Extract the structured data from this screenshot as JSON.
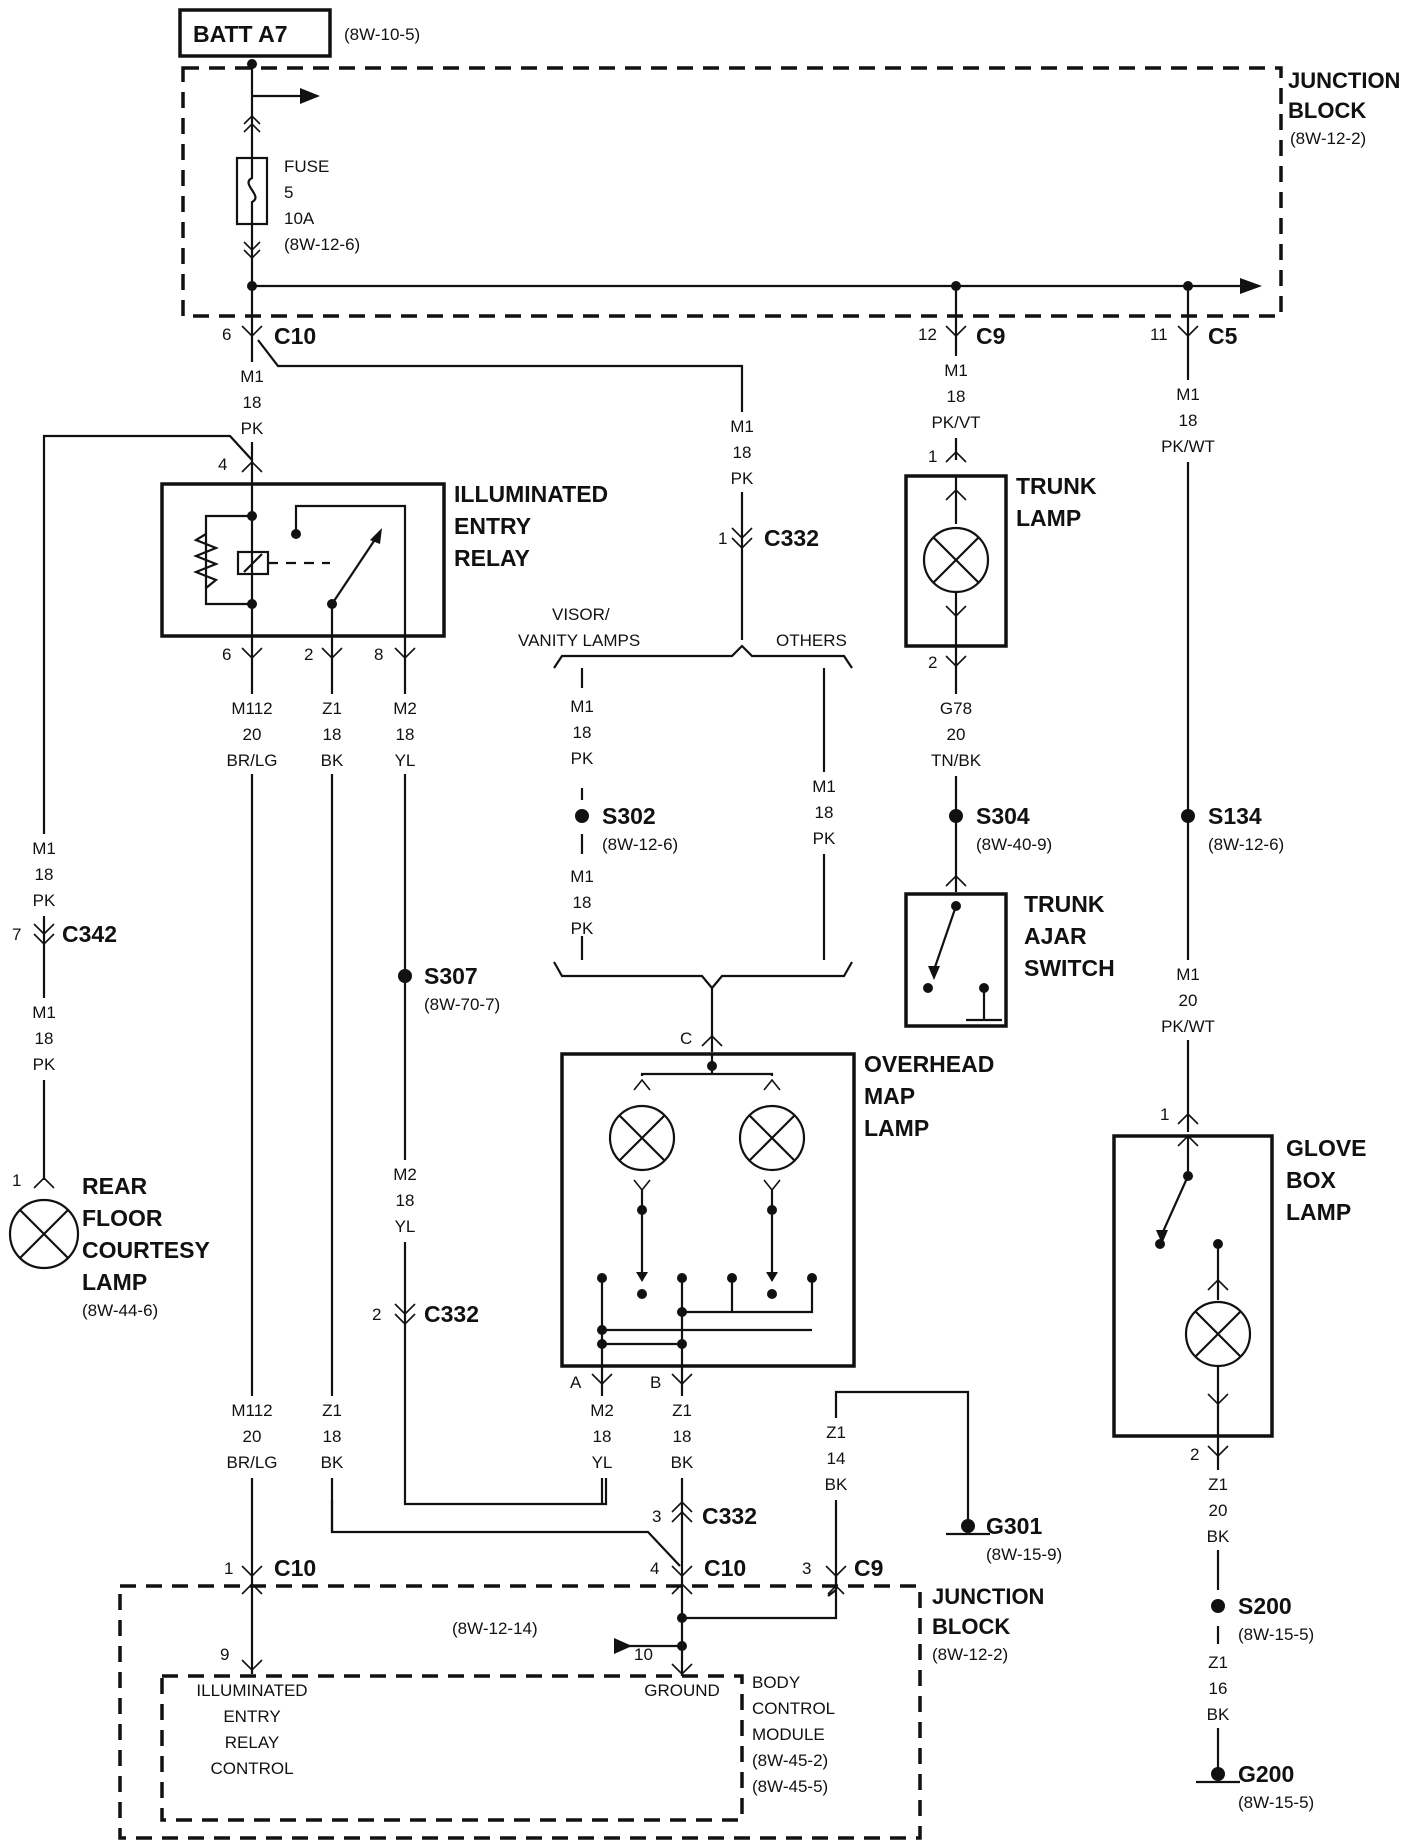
{
  "source": {
    "name": "BATT A7",
    "ref": "(8W-10-5)"
  },
  "junction_top": {
    "title_1": "JUNCTION",
    "title_2": "BLOCK",
    "ref": "(8W-12-2)"
  },
  "fuse": {
    "l1": "FUSE",
    "l2": "5",
    "l3": "10A",
    "ref": "(8W-12-6)"
  },
  "connectors": {
    "c10": "C10",
    "c9": "C9",
    "c5": "C5",
    "c332": "C332",
    "c342": "C342",
    "pin_6": "6",
    "pin_12": "12",
    "pin_11": "11",
    "pin_1": "1",
    "pin_2": "2",
    "pin_3": "3",
    "pin_4": "4",
    "pin_7": "7",
    "pin_8": "8",
    "pin_9": "9",
    "pin_10": "10",
    "pin_a": "A",
    "pin_b": "B",
    "pin_c": "C"
  },
  "wires": {
    "m1": "M1",
    "m2": "M2",
    "m112": "M112",
    "z1": "Z1",
    "g78": "G78",
    "g18": "18",
    "g20": "20",
    "g14": "14",
    "g16": "16",
    "pk": "PK",
    "pkvt": "PK/VT",
    "pkwt": "PK/WT",
    "brlg": "BR/LG",
    "bk": "BK",
    "yl": "YL",
    "tnbk": "TN/BK"
  },
  "relay": {
    "l1": "ILLUMINATED",
    "l2": "ENTRY",
    "l3": "RELAY"
  },
  "branch": {
    "visor_1": "VISOR/",
    "visor_2": "VANITY LAMPS",
    "others": "OTHERS"
  },
  "trunk_lamp": {
    "l1": "TRUNK",
    "l2": "LAMP"
  },
  "trunk_switch": {
    "l1": "TRUNK",
    "l2": "AJAR",
    "l3": "SWITCH"
  },
  "splices": {
    "s302": "S302",
    "s302_ref": "(8W-12-6)",
    "s304": "S304",
    "s304_ref": "(8W-40-9)",
    "s134": "S134",
    "s134_ref": "(8W-12-6)",
    "s307": "S307",
    "s307_ref": "(8W-70-7)",
    "s200": "S200",
    "s200_ref": "(8W-15-5)"
  },
  "overhead": {
    "l1": "OVERHEAD",
    "l2": "MAP",
    "l3": "LAMP"
  },
  "glove": {
    "l1": "GLOVE",
    "l2": "BOX",
    "l3": "LAMP"
  },
  "rear": {
    "l1": "REAR",
    "l2": "FLOOR",
    "l3": "COURTESY",
    "l4": "LAMP",
    "ref": "(8W-44-6)"
  },
  "grounds": {
    "g301": "G301",
    "g301_ref": "(8W-15-9)",
    "g200": "G200",
    "g200_ref": "(8W-15-5)"
  },
  "junction_bottom": {
    "title_1": "JUNCTION",
    "title_2": "BLOCK",
    "ref": "(8W-12-2)",
    "inner_ref": "(8W-12-14)"
  },
  "bcm": {
    "iec_1": "ILLUMINATED",
    "iec_2": "ENTRY",
    "iec_3": "RELAY",
    "iec_4": "CONTROL",
    "ground": "GROUND",
    "n1": "BODY",
    "n2": "CONTROL",
    "n3": "MODULE",
    "ref1": "(8W-45-2)",
    "ref2": "(8W-45-5)"
  }
}
